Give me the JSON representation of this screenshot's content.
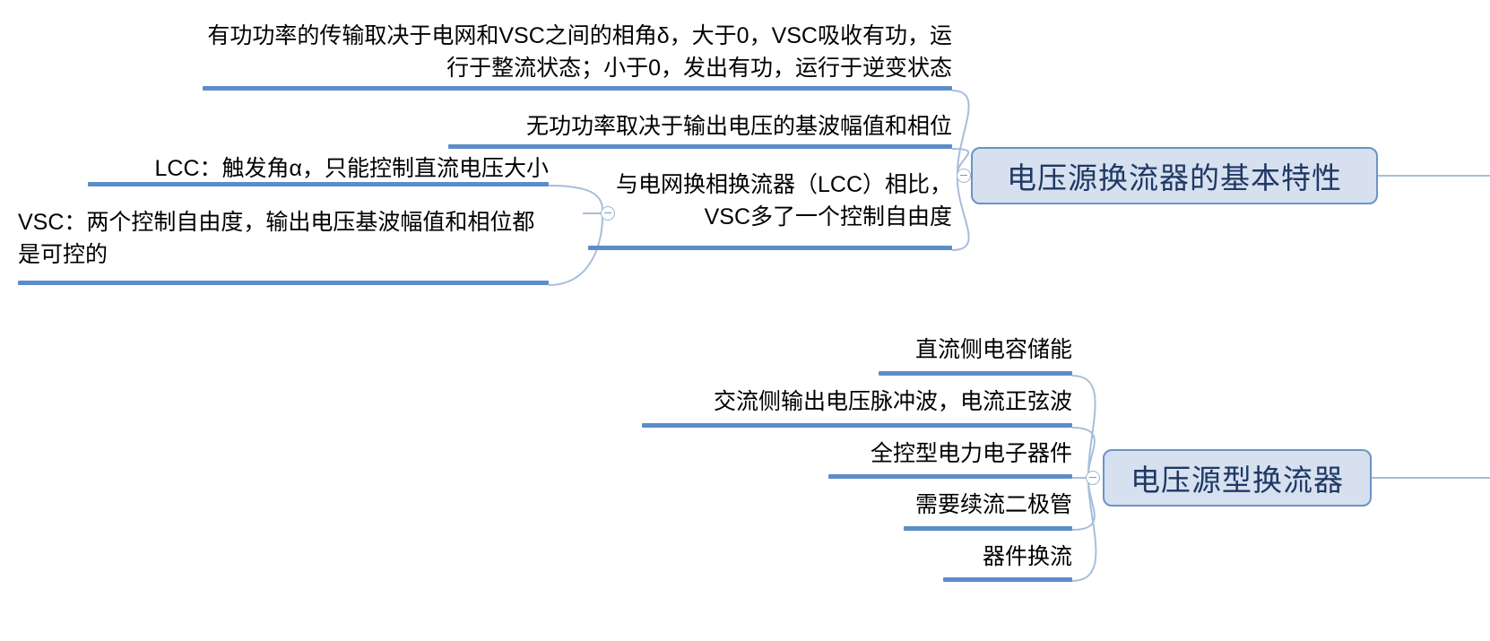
{
  "app": {
    "type": "mind-map",
    "background_color": "#ffffff",
    "accent_color": "#5B8DC8",
    "node_fill_color": "#D6E0EF",
    "node_border_color": "#6C93C6",
    "node_text_color": "#1F3864",
    "leaf_text_color": "#000000"
  },
  "branches": [
    {
      "id": "branch-1",
      "node": {
        "label": "电压源换流器的基本特性"
      },
      "leaves": [
        {
          "id": "leaf-1-1",
          "text": "有功功率的传输取决于电网和VSC之间的相角δ，大于0，VSC吸收有功，运行于整流状态；小于0，发出有功，运行于逆变状态"
        },
        {
          "id": "leaf-1-2",
          "text": "无功功率取决于输出电压的基波幅值和相位"
        },
        {
          "id": "leaf-1-3",
          "text": "与电网换相换流器（LCC）相比，VSC多了一个控制自由度"
        }
      ],
      "sub_leaves": [
        {
          "id": "leaf-1-3-1",
          "text": "LCC：触发角α，只能控制直流电压大小"
        },
        {
          "id": "leaf-1-3-2",
          "text": "VSC：两个控制自由度，输出电压基波幅值和相位都是可控的"
        }
      ]
    },
    {
      "id": "branch-2",
      "node": {
        "label": "电压源型换流器"
      },
      "leaves": [
        {
          "id": "leaf-2-1",
          "text": "直流侧电容储能"
        },
        {
          "id": "leaf-2-2",
          "text": "交流侧输出电压脉冲波，电流正弦波"
        },
        {
          "id": "leaf-2-3",
          "text": "全控型电力电子器件"
        },
        {
          "id": "leaf-2-4",
          "text": "需要续流二极管"
        },
        {
          "id": "leaf-2-5",
          "text": "器件换流"
        }
      ]
    }
  ],
  "toggles": [
    {
      "id": "toggle-branch-1",
      "state": "expanded"
    },
    {
      "id": "toggle-branch-1-sub",
      "state": "expanded"
    },
    {
      "id": "toggle-branch-2",
      "state": "expanded"
    }
  ]
}
